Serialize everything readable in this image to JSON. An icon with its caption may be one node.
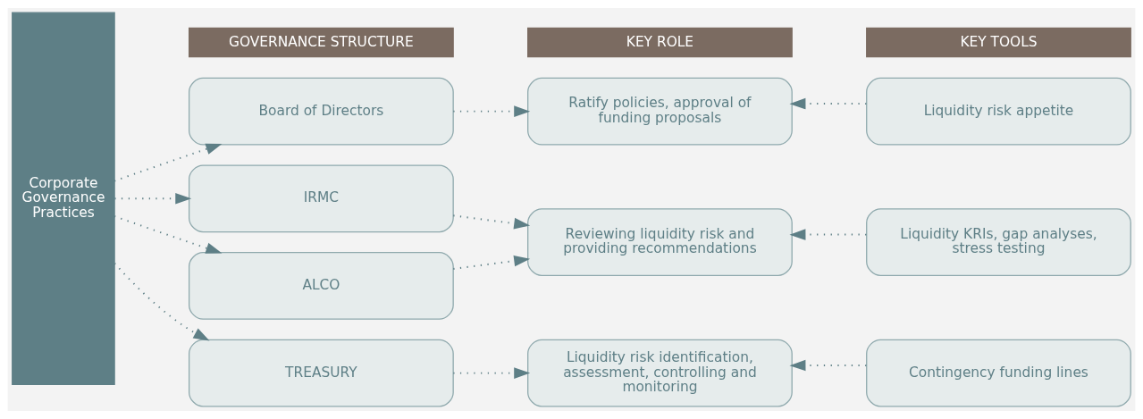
{
  "diagram": {
    "nodes": [
      {
        "text": [
          "Corporate Governance Practices"
        ]
      },
      {
        "text": [
          "GOVERNANCE STRUCTURE"
        ]
      },
      {
        "text": [
          "KEY ROLE"
        ]
      },
      {
        "text": [
          "KEY TOOLS"
        ]
      },
      {
        "text": [
          "Board of Directors"
        ]
      },
      {
        "text": [
          "IRMC"
        ]
      },
      {
        "text": [
          "ALCO"
        ]
      },
      {
        "text": [
          "TREASURY"
        ]
      },
      {
        "text": [
          "Ratify policies, approval of funding proposals"
        ]
      },
      {
        "text": [
          "Reviewing liquidity risk and providing recommendations"
        ]
      },
      {
        "text": [
          "Liquidity risk identification, assessment, controlling and monitoring"
        ]
      },
      {
        "text": [
          "Liquidity risk appetite"
        ]
      },
      {
        "text": [
          "Liquidity KRIs, gap analyses, stress testing"
        ]
      },
      {
        "text": [
          "Contingency funding lines"
        ]
      }
    ],
    "edges": [
      {
        "from": 0,
        "to": 4,
        "arrow": "to"
      },
      {
        "from": 0,
        "to": 5,
        "arrow": "to"
      },
      {
        "from": 0,
        "to": 6,
        "arrow": "to"
      },
      {
        "from": 0,
        "to": 7,
        "arrow": "to"
      },
      {
        "from": 4,
        "to": 8,
        "arrow": "to"
      },
      {
        "from": 5,
        "to": 9,
        "arrow": "to"
      },
      {
        "from": 6,
        "to": 9,
        "arrow": "to"
      },
      {
        "from": 7,
        "to": 10,
        "arrow": "to"
      },
      {
        "from": 11,
        "to": 8,
        "arrow": "to"
      },
      {
        "from": 12,
        "to": 9,
        "arrow": "to"
      },
      {
        "from": 13,
        "to": 10,
        "arrow": "to"
      }
    ]
  }
}
